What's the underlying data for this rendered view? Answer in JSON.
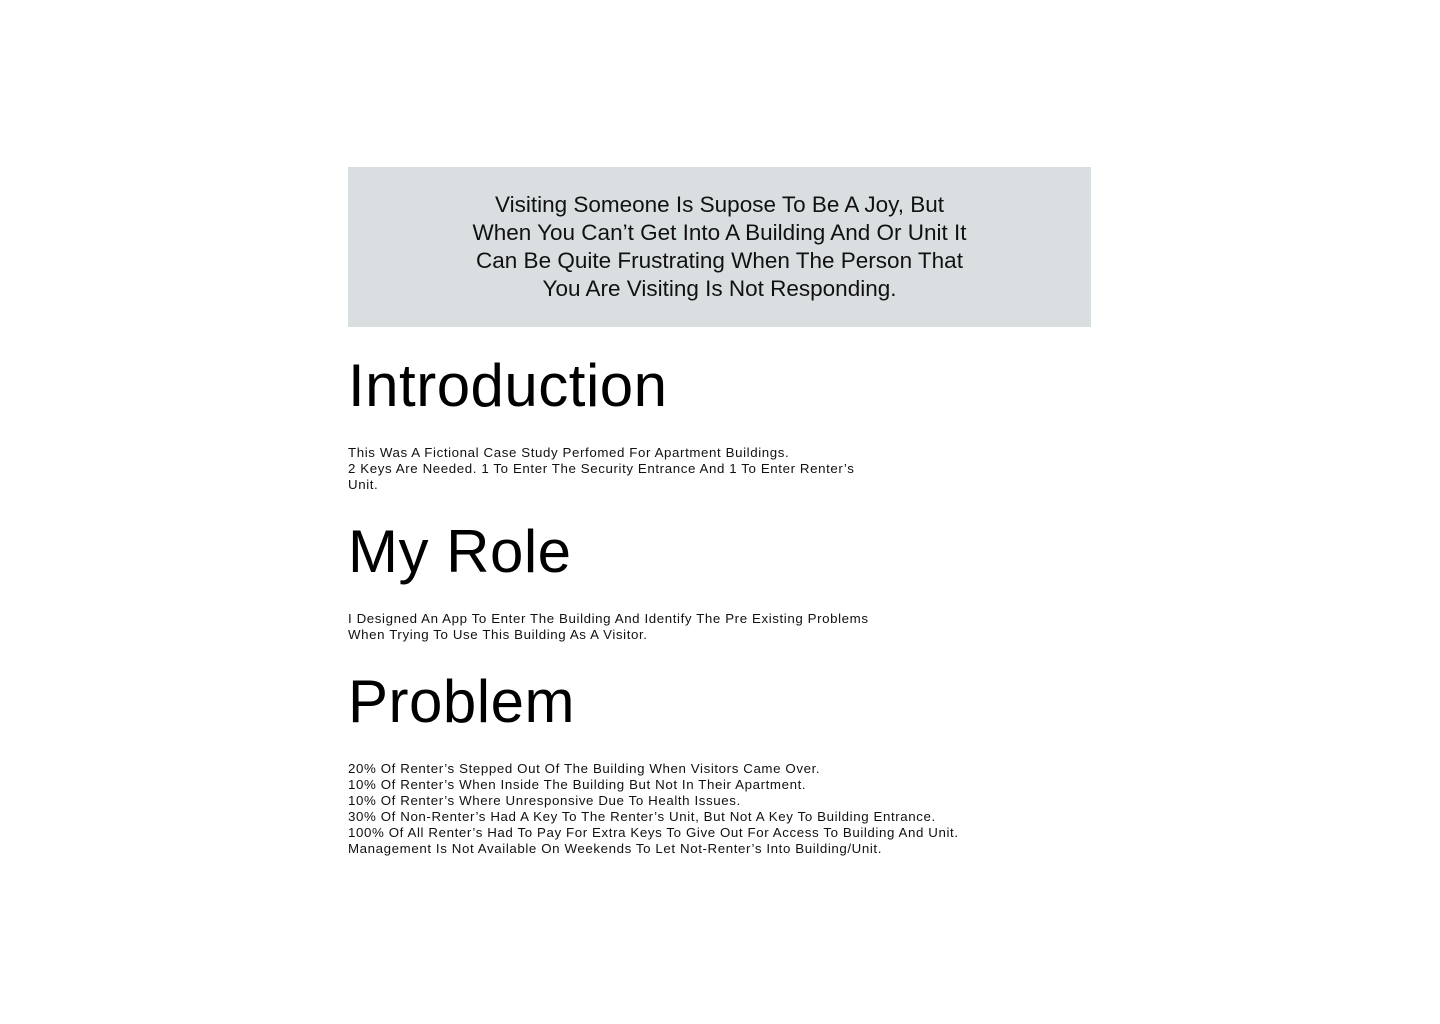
{
  "quote": {
    "lines": [
      "Visiting Someone Is Supose To Be A Joy, But",
      "When You Can’t Get Into A Building And Or Unit It",
      "Can Be Quite Frustrating When The Person That",
      "You Are Visiting Is Not Responding."
    ],
    "background_color": "#d9dfe0"
  },
  "introduction": {
    "heading": "Introduction",
    "lines": [
      "This Was A Fictional Case Study Perfomed For Apartment Buildings.",
      "2 Keys Are Needed. 1 To Enter The Security Entrance And 1 To Enter Renter’s",
      "Unit."
    ]
  },
  "my_role": {
    "heading": "My Role",
    "lines": [
      "I Designed An App To Enter The Building And Identify The Pre Existing Problems",
      "When Trying To Use This Building As A Visitor."
    ]
  },
  "problem": {
    "heading": "Problem",
    "lines": [
      "20% Of Renter’s Stepped Out Of The Building When Visitors Came Over.",
      "10% Of Renter’s When Inside The Building But Not In Their Apartment.",
      "10% Of Renter’s Where Unresponsive Due To Health Issues.",
      "30% Of Non-Renter’s Had A Key To The Renter’s Unit, But Not A Key To Building Entrance.",
      "100% Of All Renter’s Had To Pay For Extra Keys To Give Out For Access To Building And Unit.",
      "Management Is Not Available On Weekends To Let Not-Renter’s Into Building/Unit."
    ]
  }
}
